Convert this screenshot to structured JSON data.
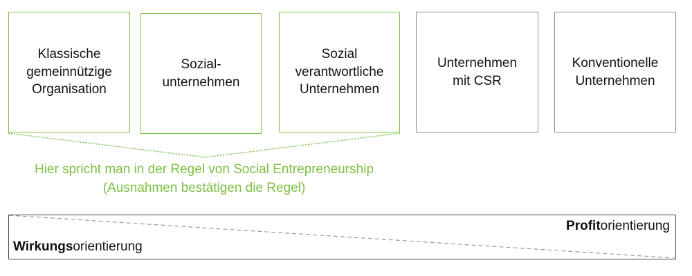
{
  "boxes": [
    {
      "label": "Klassische\ngemeinnützige\nOrganisation",
      "highlight": true
    },
    {
      "label": "Sozial-\nunternehmen",
      "highlight": true
    },
    {
      "label": "Sozial\nverantwortliche\nUnternehmen",
      "highlight": true
    },
    {
      "label": "Unternehmen\nmit CSR",
      "highlight": false
    },
    {
      "label": "Konventionelle\nUnternehmen",
      "highlight": false
    }
  ],
  "social_entrepreneurship": {
    "line1": "Hier spricht man in der Regel von Social Entrepreneurship",
    "line2": "(Ausnahmen bestätigen die Regel)"
  },
  "orientation": {
    "right_label_bold": "Profit",
    "right_label_rest": "orientierung",
    "left_label_bold": "Wirkungs",
    "left_label_rest": "orientierung"
  },
  "colors": {
    "highlight": "#7bc043",
    "box_border": "#8c8c8c",
    "bar_border": "#444444",
    "divider": "#9a9a9a"
  }
}
